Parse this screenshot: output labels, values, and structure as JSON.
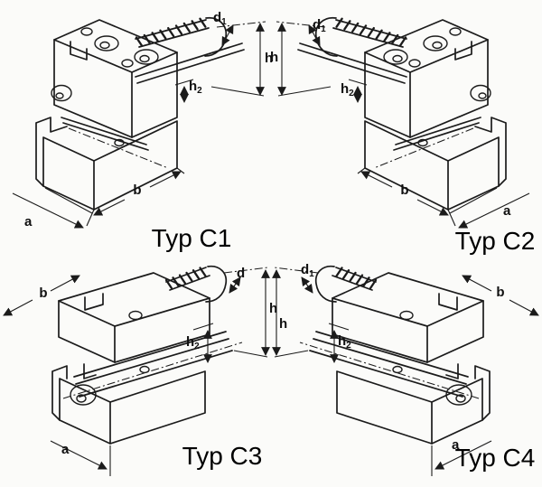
{
  "document": {
    "kind": "technical dimension diagram sheet",
    "colors": {
      "paper": "#fbfbf9",
      "ink": "#1b1b1b"
    }
  },
  "figures": [
    {
      "caption": "Typ C1",
      "labels": {
        "a": "a",
        "b": "b",
        "h": "h",
        "h2_base": "h",
        "h2_sub": "2",
        "d_base": "d",
        "d_sub": "1"
      }
    },
    {
      "caption": "Typ C2",
      "labels": {
        "a": "a",
        "b": "b",
        "h": "h",
        "h2_base": "h",
        "h2_sub": "2",
        "d_base": "d",
        "d_sub": "1"
      }
    },
    {
      "caption": "Typ C3",
      "labels": {
        "a": "a",
        "b": "b",
        "h": "h",
        "h2_base": "h",
        "h2_sub": "2",
        "d_base": "d",
        "d_sub": ""
      }
    },
    {
      "caption": "Typ C4",
      "labels": {
        "a": "a",
        "b": "b",
        "h": "h",
        "h2_base": "h",
        "h2_sub": "2",
        "d_base": "d",
        "d_sub": "1"
      }
    }
  ]
}
